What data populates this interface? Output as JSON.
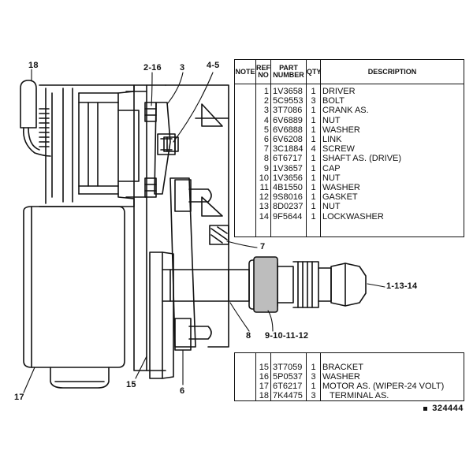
{
  "callouts": {
    "c18": "18",
    "c2_16": "2-16",
    "c3": "3",
    "c4_5": "4-5",
    "c7": "7",
    "c1_13_14": "1-13-14",
    "c8": "8",
    "c9_10_11_12": "9-10-11-12",
    "c15": "15",
    "c6": "6",
    "c17": "17"
  },
  "parts_table": {
    "headers": {
      "note": "NOTE",
      "ref_no": "REF NO",
      "part_number": "PART NUMBER",
      "qty": "QTY",
      "description": "DESCRIPTION"
    },
    "rows": [
      {
        "ref": "1",
        "part": "1V3658",
        "qty": "1",
        "desc": "DRIVER"
      },
      {
        "ref": "2",
        "part": "5C9553",
        "qty": "3",
        "desc": "BOLT"
      },
      {
        "ref": "3",
        "part": "3T7086",
        "qty": "1",
        "desc": "CRANK AS."
      },
      {
        "ref": "4",
        "part": "6V6889",
        "qty": "1",
        "desc": "NUT"
      },
      {
        "ref": "5",
        "part": "6V6888",
        "qty": "1",
        "desc": "WASHER"
      },
      {
        "ref": "6",
        "part": "6V6208",
        "qty": "1",
        "desc": "LINK"
      },
      {
        "ref": "7",
        "part": "3C1884",
        "qty": "4",
        "desc": "SCREW"
      },
      {
        "ref": "8",
        "part": "6T6717",
        "qty": "1",
        "desc": "SHAFT AS. (DRIVE)"
      },
      {
        "ref": "9",
        "part": "1V3657",
        "qty": "1",
        "desc": "CAP"
      },
      {
        "ref": "10",
        "part": "1V3656",
        "qty": "1",
        "desc": "NUT"
      },
      {
        "ref": "11",
        "part": "4B1550",
        "qty": "1",
        "desc": "WASHER"
      },
      {
        "ref": "12",
        "part": "9S8016",
        "qty": "1",
        "desc": "GASKET"
      },
      {
        "ref": "13",
        "part": "8D0237",
        "qty": "1",
        "desc": "NUT"
      },
      {
        "ref": "14",
        "part": "9F5644",
        "qty": "1",
        "desc": "LOCKWASHER"
      }
    ]
  },
  "kit_table": {
    "rows": [
      {
        "ref": "15",
        "part": "3T7059",
        "qty": "1",
        "desc": "BRACKET"
      },
      {
        "ref": "16",
        "part": "5P0537",
        "qty": "3",
        "desc": "WASHER"
      },
      {
        "ref": "17",
        "part": "6T6217",
        "qty": "1",
        "desc": "MOTOR AS. (WIPER-24 VOLT)"
      },
      {
        "ref": "18",
        "part": "7K4475",
        "qty": "3",
        "desc": "   TERMINAL AS."
      }
    ]
  },
  "figure_number": "324444"
}
